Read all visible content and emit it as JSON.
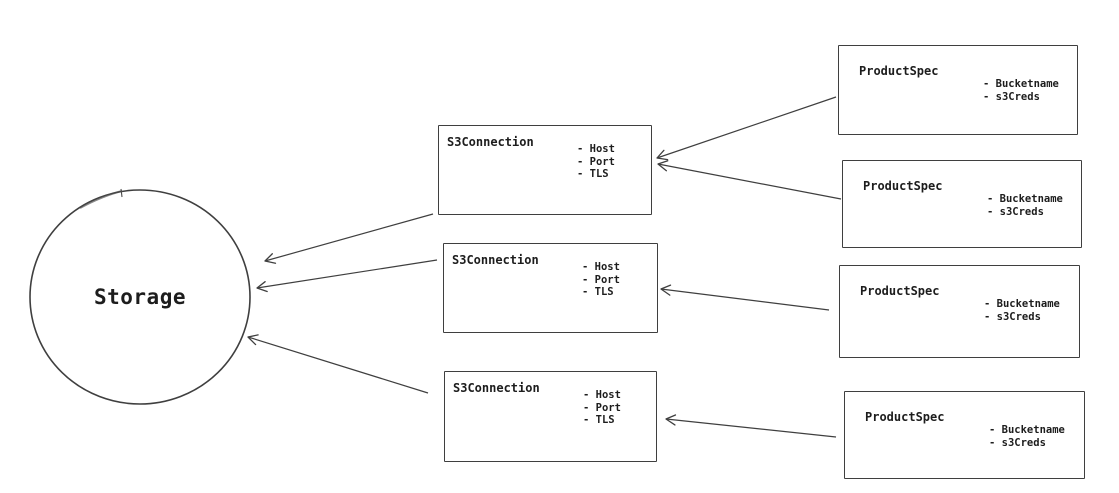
{
  "diagram": {
    "storage": {
      "id": "storage",
      "label": "Storage",
      "shape": "circle"
    },
    "s3_connections": [
      {
        "id": "s3-connection-1",
        "title": "S3Connection",
        "attributes": [
          "- Host",
          "- Port",
          "- TLS"
        ]
      },
      {
        "id": "s3-connection-2",
        "title": "S3Connection",
        "attributes": [
          "- Host",
          "- Port",
          "- TLS"
        ]
      },
      {
        "id": "s3-connection-3",
        "title": "S3Connection",
        "attributes": [
          "- Host",
          "- Port",
          "- TLS"
        ]
      }
    ],
    "product_specs": [
      {
        "id": "product-spec-1",
        "title": "ProductSpec",
        "attributes": [
          "- Bucketname",
          "- s3Creds"
        ]
      },
      {
        "id": "product-spec-2",
        "title": "ProductSpec",
        "attributes": [
          "- Bucketname",
          "- s3Creds"
        ]
      },
      {
        "id": "product-spec-3",
        "title": "ProductSpec",
        "attributes": [
          "- Bucketname",
          "- s3Creds"
        ]
      },
      {
        "id": "product-spec-4",
        "title": "ProductSpec",
        "attributes": [
          "- Bucketname",
          "- s3Creds"
        ]
      }
    ],
    "edges": [
      {
        "from": "product-spec-1",
        "to": "s3-connection-1"
      },
      {
        "from": "product-spec-2",
        "to": "s3-connection-1"
      },
      {
        "from": "product-spec-3",
        "to": "s3-connection-2"
      },
      {
        "from": "product-spec-4",
        "to": "s3-connection-3"
      },
      {
        "from": "s3-connection-1",
        "to": "storage"
      },
      {
        "from": "s3-connection-2",
        "to": "storage"
      },
      {
        "from": "s3-connection-3",
        "to": "storage"
      }
    ]
  },
  "colors": {
    "stroke": "#3f3f3f",
    "text": "#1d1d1d",
    "background": "#ffffff"
  }
}
